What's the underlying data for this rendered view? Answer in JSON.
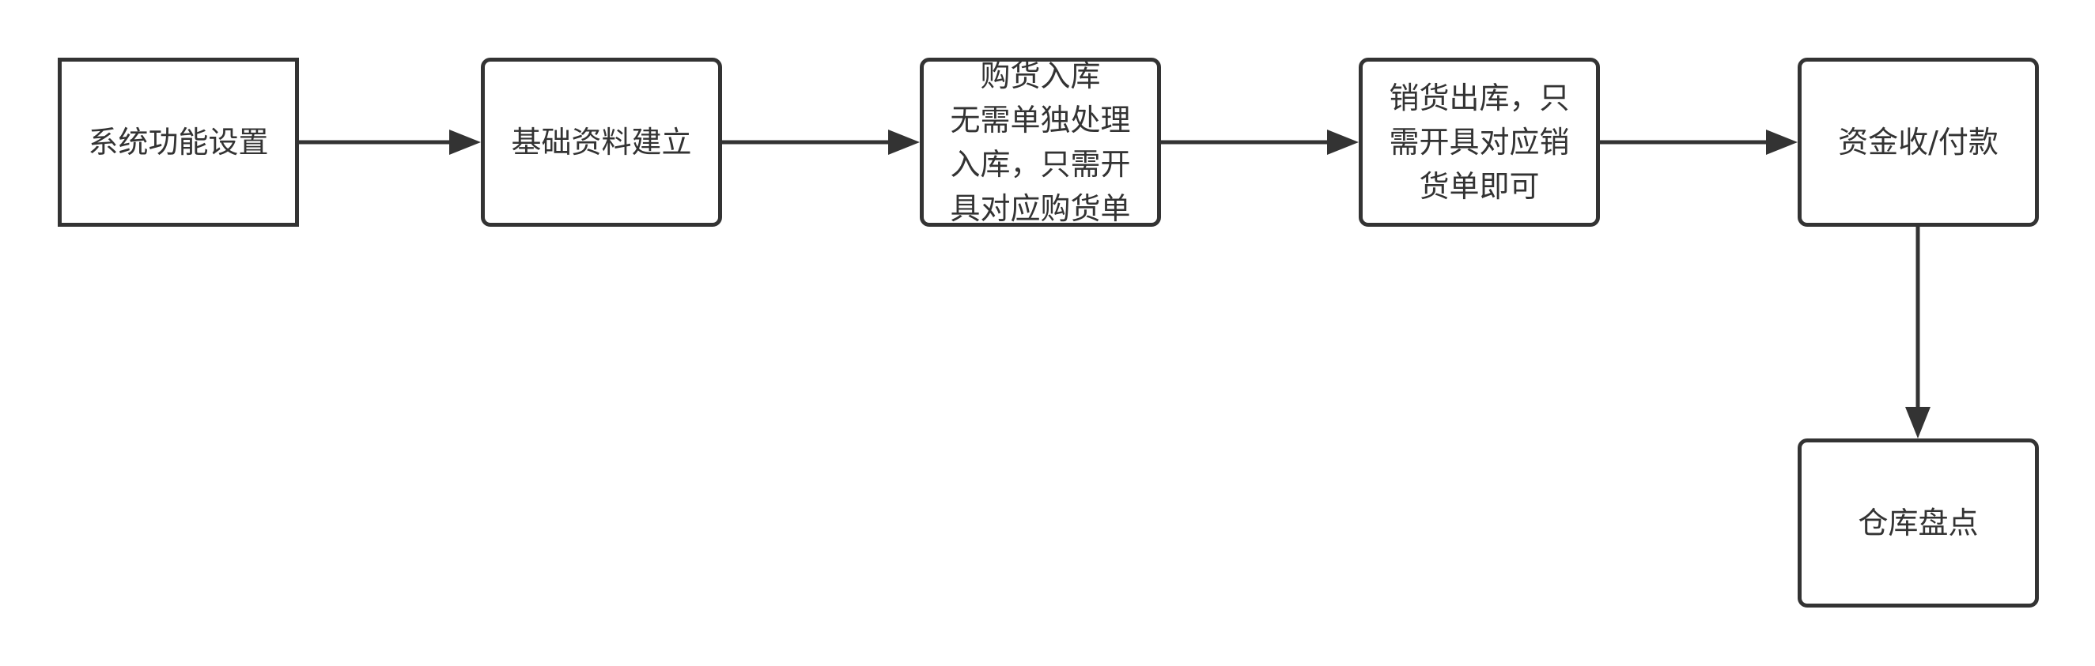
{
  "colors": {
    "stroke": "#333333",
    "fill": "#ffffff",
    "text": "#333333"
  },
  "nodes": [
    {
      "id": "system-setup",
      "lines": [
        "系统功能设置"
      ]
    },
    {
      "id": "basic-data",
      "lines": [
        "基础资料建立"
      ]
    },
    {
      "id": "purchase",
      "lines": [
        "购货入库",
        "无需单独处理",
        "入库，只需开",
        "具对应购货单"
      ]
    },
    {
      "id": "sales",
      "lines": [
        "销货出库，只",
        "需开具对应销",
        "货单即可"
      ]
    },
    {
      "id": "payment",
      "lines": [
        "资金收/付款"
      ]
    },
    {
      "id": "inventory",
      "lines": [
        "仓库盘点"
      ]
    }
  ],
  "edges": [
    {
      "from": "system-setup",
      "to": "basic-data"
    },
    {
      "from": "basic-data",
      "to": "purchase"
    },
    {
      "from": "purchase",
      "to": "sales"
    },
    {
      "from": "sales",
      "to": "payment"
    },
    {
      "from": "payment",
      "to": "inventory"
    }
  ]
}
